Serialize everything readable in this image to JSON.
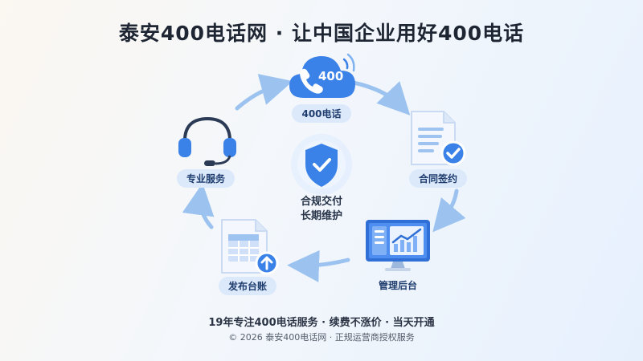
{
  "title": "泰安400电话网 · 让中国企业用好400电话",
  "center": {
    "line1": "合规交付",
    "line2": "长期维护",
    "icon": "shield-check-icon"
  },
  "cycle": [
    {
      "label": "400电话",
      "icon": "cloud-phone-icon",
      "icon_text": "400"
    },
    {
      "label": "合同签约",
      "icon": "contract-document-icon"
    },
    {
      "label": "管理后台",
      "icon": "monitor-dashboard-icon"
    },
    {
      "label": "发布台账",
      "icon": "ledger-upload-icon"
    },
    {
      "label": "专业服务",
      "icon": "headset-icon"
    }
  ],
  "footer": {
    "line1": "19年专注400电话服务 · 续费不涨价 · 当天开通",
    "line2": "© 2026 泰安400电话网 · 正规运营商授权服务"
  },
  "colors": {
    "accent": "#3b82e8",
    "arrow": "#9cc3f0",
    "pill_bg": "#dbe9fb"
  }
}
